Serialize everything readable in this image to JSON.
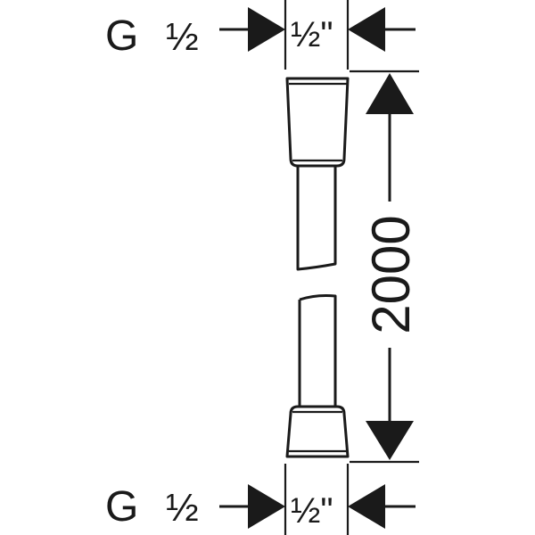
{
  "thread_top": {
    "prefix": "G",
    "fraction": "½"
  },
  "thread_bottom": {
    "prefix": "G",
    "fraction": "½"
  },
  "dim_top": "½\"",
  "dim_bottom": "½\"",
  "length_label": "2000",
  "colors": {
    "ink": "#1a1a1a",
    "background": "#ffffff"
  }
}
